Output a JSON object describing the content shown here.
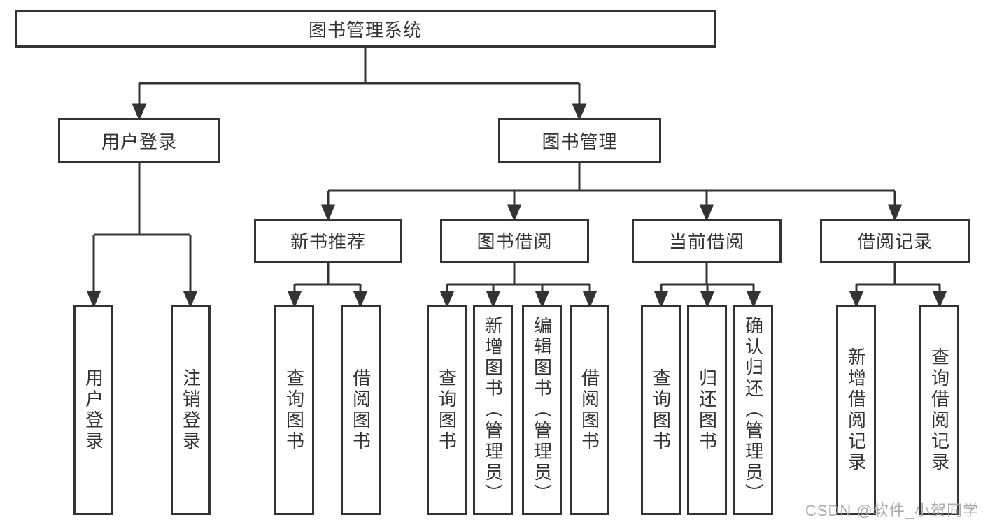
{
  "diagram": {
    "title": "图书管理系统",
    "root": {
      "label": "图书管理系统"
    },
    "level2": [
      {
        "label": "用户登录"
      },
      {
        "label": "图书管理"
      }
    ],
    "level3": [
      {
        "label": "新书推荐"
      },
      {
        "label": "图书借阅"
      },
      {
        "label": "当前借阅"
      },
      {
        "label": "借阅记录"
      }
    ],
    "leaves": [
      {
        "label": "用户登录",
        "parent": "用户登录"
      },
      {
        "label": "注销登录",
        "parent": "用户登录"
      },
      {
        "label": "查询图书",
        "parent": "新书推荐"
      },
      {
        "label": "借阅图书",
        "parent": "新书推荐"
      },
      {
        "label": "查询图书",
        "parent": "图书借阅"
      },
      {
        "label": "新增图书（管理员）",
        "parent": "图书借阅"
      },
      {
        "label": "编辑图书（管理员）",
        "parent": "图书借阅"
      },
      {
        "label": "借阅图书",
        "parent": "图书借阅"
      },
      {
        "label": "查询图书",
        "parent": "当前借阅"
      },
      {
        "label": "归还图书",
        "parent": "当前借阅"
      },
      {
        "label": "确认归还（管理员）",
        "parent": "当前借阅"
      },
      {
        "label": "新增借阅记录",
        "parent": "借阅记录"
      },
      {
        "label": "查询借阅记录",
        "parent": "借阅记录"
      }
    ],
    "watermark": "CSDN @软件_小贺同学",
    "colors": {
      "line": "#333333",
      "box_border": "#333333",
      "box_background": "#ffffff",
      "text": "#333333",
      "watermark": "#a8a8a8"
    }
  }
}
